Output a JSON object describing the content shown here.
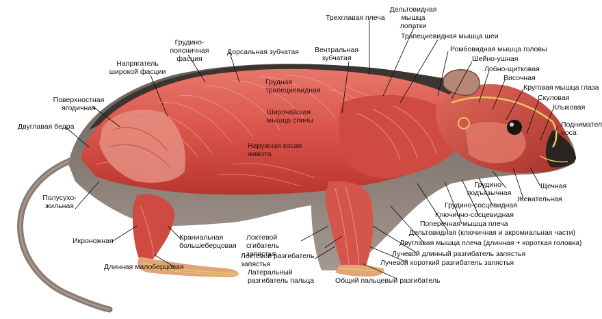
{
  "labels": {
    "trekhglavaya_plecha": "Трехглавая плеча",
    "deltovidnaya_lopatki": "Дельтовидная мышца лопатки",
    "trapetsievidnaya_shei": "Трапециевидная мышца шеи",
    "rombovidnaya_golovy": "Ромбовидная мышца головы",
    "sheino_ushnaya": "Шейно-ушная",
    "lobno_shchitkovaya": "Лобно-щитковая",
    "visochnaya": "Височная",
    "krugovaya_glaza": "Круговая мышца глаза",
    "skulovaya": "Скуловая",
    "klykovaya": "Клыковая",
    "podnimatel_nosa": "Подниматель носа",
    "shchechnaya": "Щечная",
    "zhevatelnaya": "Жевательная",
    "grudino_podyazychnaya": "Грудино-подъязычная",
    "grudino_sosetsevidnaya": "Грудино-сосцевидная",
    "klyuchichno_sosetsevidnaya": "Ключично-сосцевидная",
    "poperechnaya_plecha": "Поперечная мышца плеча",
    "deltovidnaya_klyuch": "Дельтовидная (ключичная и акромиальная части)",
    "dvuglavaya_plecha": "Двуглавая мышца плеча (длинная + короткая головка)",
    "luchevoy_dlinny": "Лучевой длинный разгибатель запястья",
    "luchevoy_korotky": "Лучевой короткий разгибатель запястья",
    "obshchiy_paltsevoy": "Общий пальцевый разгибатель",
    "lateralny_razgibatel": "Латеральный разгибатель пальца",
    "loktevoy_razgibatel": "Локтевой разгибатель запястья",
    "loktevoy_sgibatel": "Локтевой сгибатель запястья",
    "kranialnaya_bolshebertsovaya": "Краниальная большеберцовая",
    "dlinnaya_maloberttsovaya": "Длинная малоберцовая",
    "ikronozhnaya": "Икроножная",
    "polusukhozhilnaya": "Полусухо-жильная",
    "dvuglavaya_bedra": "Двуглавая бедра",
    "poverkhnostnaya_yagodichnaya": "Поверхностная ягодичная",
    "napryagatel_fastsii": "Напрягатель широкой фасции",
    "grudino_poyasnichnaya": "Грудино-поясничная фасция",
    "dorsalnaya_zubchataya": "Дорсальная зубчатая",
    "ventralnaya_zubchataya": "Вентральная зубчатая",
    "grudnaya_trapetsievidnaya": "Грудная трапециевидная",
    "shirochayshaya_spiny": "Широчайшая мышца спины",
    "naruzhnaya_kosaya": "Наружная косая живота"
  },
  "colors": {
    "muscle": "#d9534a",
    "muscle_dark": "#a82a25",
    "muscle_light": "#ef9a88",
    "fur": "#4a4340",
    "fur_light": "#8c8079",
    "tail": "#8a7a72",
    "tendon": "#e8c860",
    "leader": "#111111"
  }
}
